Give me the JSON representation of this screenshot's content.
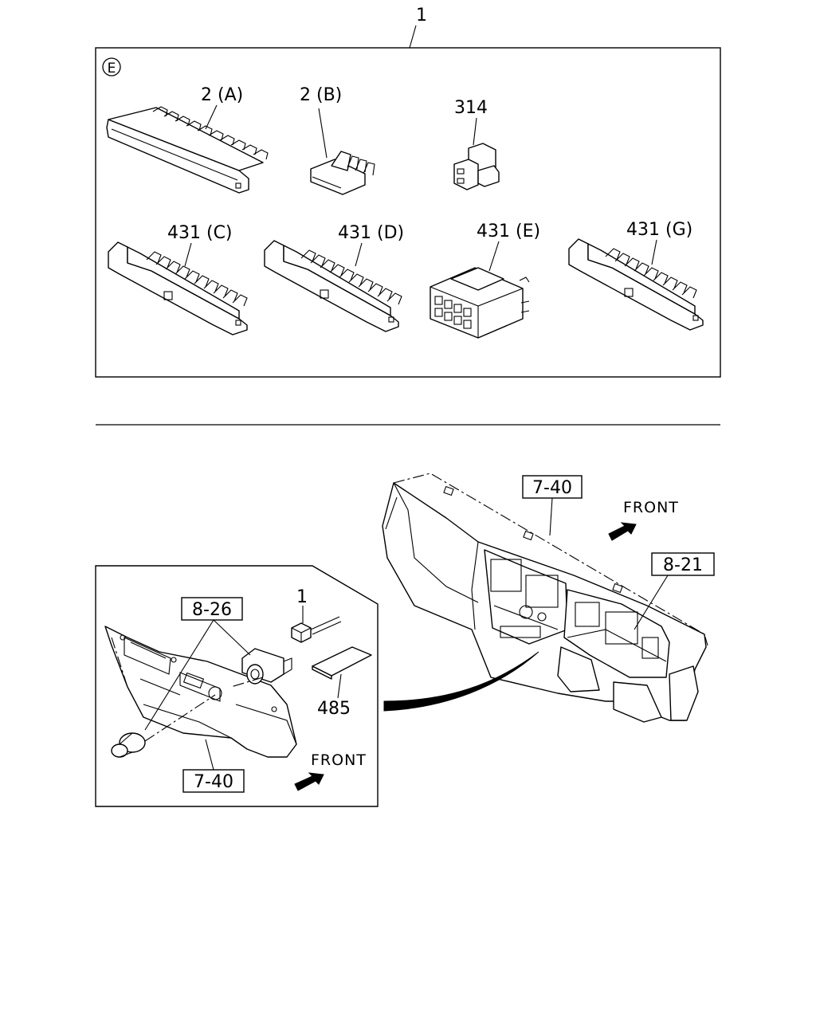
{
  "diagram": {
    "top_callout": "1",
    "section_mark": "E",
    "connectors": {
      "a": "2 (A)",
      "b": "2 (B)",
      "c314": "314",
      "c": "431 (C)",
      "d": "431 (D)",
      "e": "431 (E)",
      "g": "431 (G)"
    },
    "dash": {
      "label_7_40": "7-40",
      "label_8_21": "8-21",
      "front": "FRONT"
    },
    "inset": {
      "label_8_26": "8-26",
      "label_1": "1",
      "label_485": "485",
      "label_7_40": "7-40",
      "front": "FRONT"
    }
  }
}
